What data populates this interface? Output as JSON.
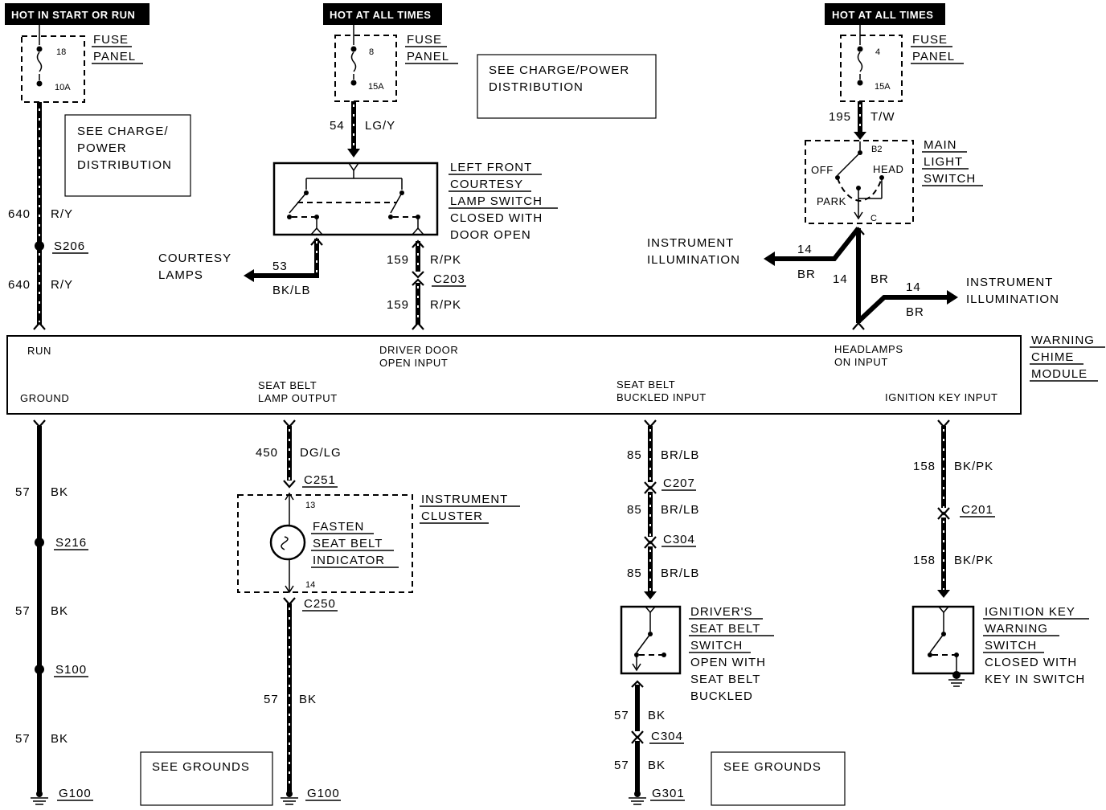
{
  "headers": {
    "start_run": "HOT IN START OR RUN",
    "hot_all_1": "HOT AT ALL TIMES",
    "hot_all_2": "HOT AT ALL TIMES"
  },
  "fuses": {
    "f18": {
      "num": "18",
      "amp": "10A",
      "title1": "FUSE",
      "title2": "PANEL"
    },
    "f8": {
      "num": "8",
      "amp": "15A",
      "title1": "FUSE",
      "title2": "PANEL"
    },
    "f4": {
      "num": "4",
      "amp": "15A",
      "title1": "FUSE",
      "title2": "PANEL"
    }
  },
  "notes": {
    "charge1": [
      "SEE CHARGE/",
      "POWER",
      "DISTRIBUTION"
    ],
    "charge2": [
      "SEE CHARGE/POWER",
      "DISTRIBUTION"
    ],
    "grounds1": "SEE GROUNDS",
    "grounds2": "SEE GROUNDS"
  },
  "wires": {
    "w640a": {
      "num": "640",
      "color": "R/Y"
    },
    "w640b": {
      "num": "640",
      "color": "R/Y"
    },
    "w54": {
      "num": "54",
      "color": "LG/Y"
    },
    "w53": {
      "num": "53",
      "color": "BK/LB"
    },
    "w159a": {
      "num": "159",
      "color": "R/PK"
    },
    "w159b": {
      "num": "159",
      "color": "R/PK"
    },
    "w195": {
      "num": "195",
      "color": "T/W"
    },
    "w14a": {
      "num": "14",
      "color": "BR"
    },
    "w14b": {
      "num": "14",
      "color": "BR"
    },
    "w14c": {
      "num": "14",
      "color": "BR"
    },
    "w57a": {
      "num": "57",
      "color": "BK"
    },
    "w57b": {
      "num": "57",
      "color": "BK"
    },
    "w57c": {
      "num": "57",
      "color": "BK"
    },
    "w57d": {
      "num": "57",
      "color": "BK"
    },
    "w57e": {
      "num": "57",
      "color": "BK"
    },
    "w57f": {
      "num": "57",
      "color": "BK"
    },
    "w450": {
      "num": "450",
      "color": "DG/LG"
    },
    "w85a": {
      "num": "85",
      "color": "BR/LB"
    },
    "w85b": {
      "num": "85",
      "color": "BR/LB"
    },
    "w85c": {
      "num": "85",
      "color": "BR/LB"
    },
    "w158a": {
      "num": "158",
      "color": "BK/PK"
    },
    "w158b": {
      "num": "158",
      "color": "BK/PK"
    }
  },
  "splices": {
    "s206": "S206",
    "s216": "S216",
    "s100": "S100"
  },
  "connectors": {
    "c203": "C203",
    "c251": "C251",
    "c250": "C250",
    "c207": "C207",
    "c304a": "C304",
    "c304b": "C304",
    "c201": "C201"
  },
  "grounds": {
    "g100a": "G100",
    "g100b": "G100",
    "g301": "G301"
  },
  "components": {
    "courtesy_switch": [
      "LEFT FRONT",
      "COURTESY",
      "LAMP SWITCH",
      "CLOSED WITH",
      "DOOR OPEN"
    ],
    "courtesy_lamps": [
      "COURTESY",
      "LAMPS"
    ],
    "main_light": [
      "MAIN",
      "LIGHT",
      "SWITCH"
    ],
    "main_light_pins": {
      "b2": "B2",
      "off": "OFF",
      "head": "HEAD",
      "park": "PARK",
      "c": "C"
    },
    "instr_illum_left": [
      "INSTRUMENT",
      "ILLUMINATION"
    ],
    "instr_illum_right": [
      "INSTRUMENT",
      "ILLUMINATION"
    ],
    "chime_module": [
      "WARNING",
      "CHIME",
      "MODULE"
    ],
    "instrument_cluster": [
      "INSTRUMENT",
      "CLUSTER"
    ],
    "cluster_pins": {
      "top": "13",
      "bottom": "14"
    },
    "fasten_indicator": [
      "FASTEN",
      "SEAT BELT",
      "INDICATOR"
    ],
    "driver_seatbelt": [
      "DRIVER'S",
      "SEAT BELT",
      "SWITCH",
      "OPEN WITH",
      "SEAT BELT",
      "BUCKLED"
    ],
    "ignition_key": [
      "IGNITION KEY",
      "WARNING",
      "SWITCH",
      "CLOSED WITH",
      "KEY IN SWITCH"
    ]
  },
  "module_pins": {
    "run": "RUN",
    "driver_door": [
      "DRIVER DOOR",
      "OPEN INPUT"
    ],
    "headlamps": [
      "HEADLAMPS",
      "ON INPUT"
    ],
    "ground": "GROUND",
    "seatbelt_lamp": [
      "SEAT BELT",
      "LAMP OUTPUT"
    ],
    "seatbelt_buckled": [
      "SEAT BELT",
      "BUCKLED INPUT"
    ],
    "ignition_key_input": "IGNITION KEY INPUT"
  }
}
